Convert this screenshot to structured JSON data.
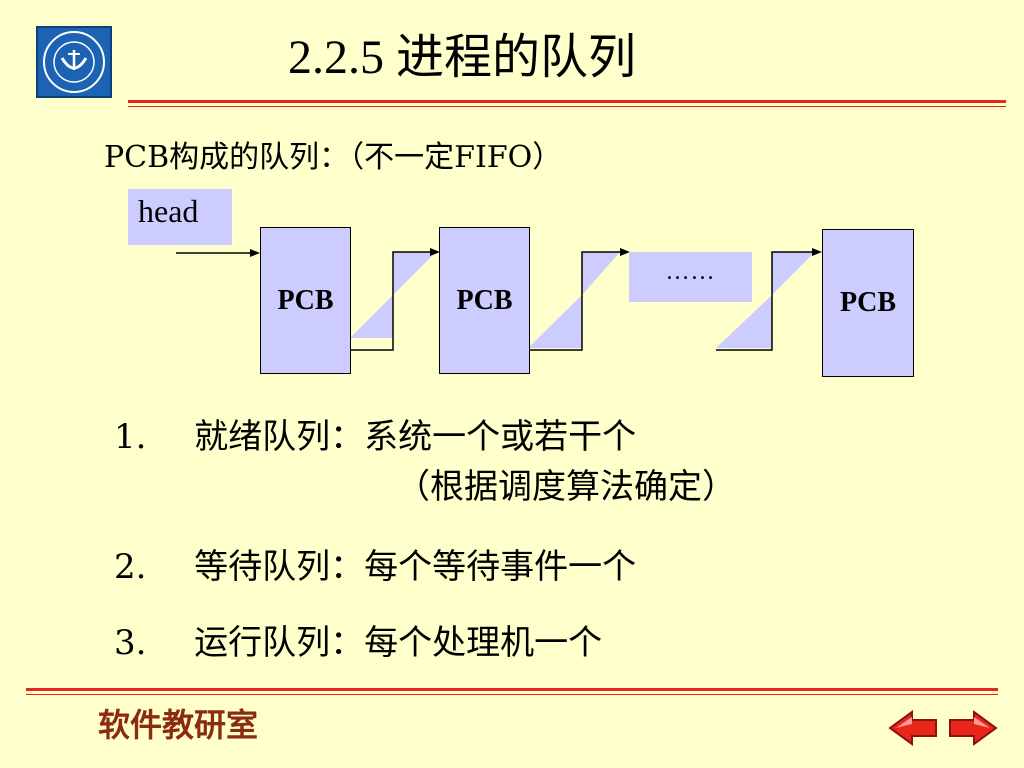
{
  "title": "2.2.5 进程的队列",
  "subtitle": "PCB构成的队列：（不一定FIFO）",
  "diagram": {
    "head_label": "head",
    "pcb_label": "PCB",
    "ellipsis": "……"
  },
  "items": [
    {
      "num": "1.",
      "text": "就绪队列：系统一个或若干个",
      "sub": "（根据调度算法确定）"
    },
    {
      "num": "2.",
      "text": "等待队列：每个等待事件一个"
    },
    {
      "num": "3.",
      "text": "运行队列：每个处理机一个"
    }
  ],
  "footer": {
    "label": "软件教研室"
  },
  "colors": {
    "background": "#ffffcc",
    "rule": "#e8261a",
    "box_fill": "#ccccff",
    "footer_text": "#8b2c10",
    "nav_arrow": "#e8261a"
  }
}
